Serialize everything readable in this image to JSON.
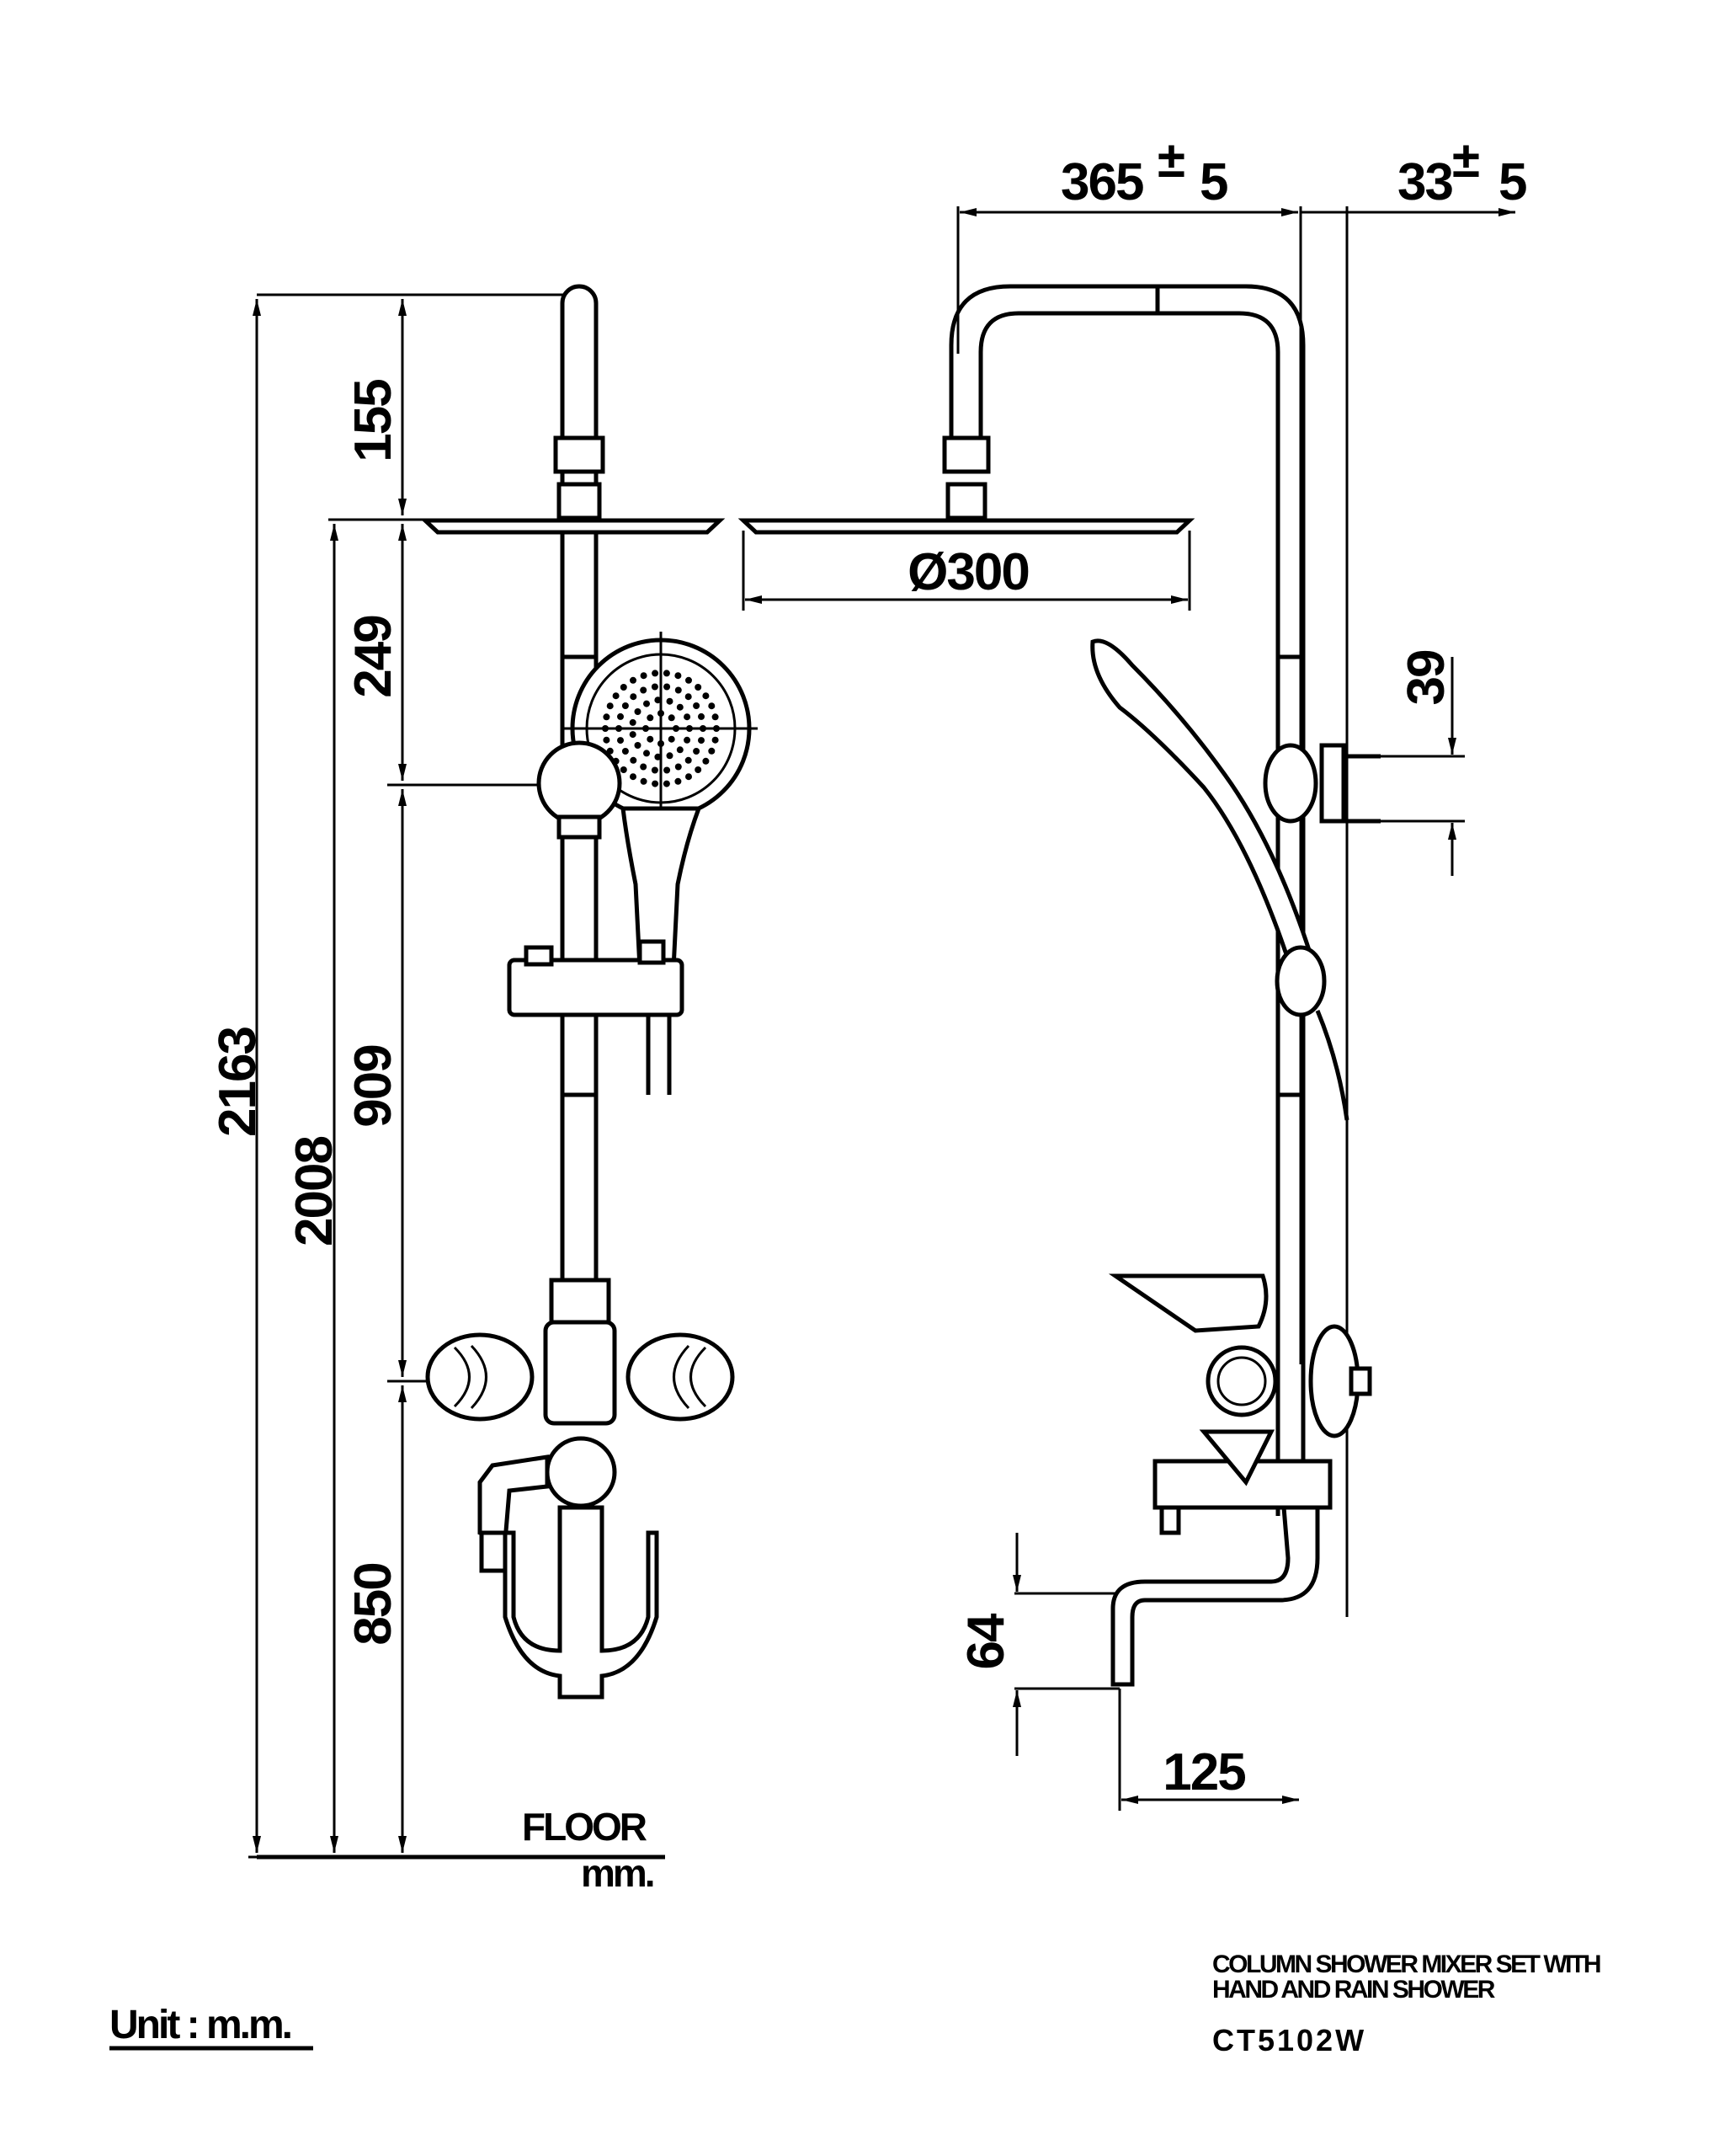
{
  "dimensions": {
    "total_height": "2163",
    "top_to_head": "155",
    "head_height": "2008",
    "head_to_holder": "249",
    "holder_to_mixer": "909",
    "mixer_height": "850",
    "arm_reach": "365",
    "arm_tolerance": "5",
    "wall_offset": "33",
    "wall_tolerance": "5",
    "head_diameter": "Ø300",
    "bracket_spacing": "39",
    "spout_drop": "64",
    "spout_reach": "125"
  },
  "labels": {
    "floor": "FLOOR",
    "unit_short": "mm.",
    "unit": "Unit : m.m.",
    "plus_minus": "±"
  },
  "title_block": {
    "product_line1": "COLUMN SHOWER MIXER SET WITH",
    "product_line2": "HAND AND RAIN SHOWER",
    "model": "CT5102W"
  }
}
